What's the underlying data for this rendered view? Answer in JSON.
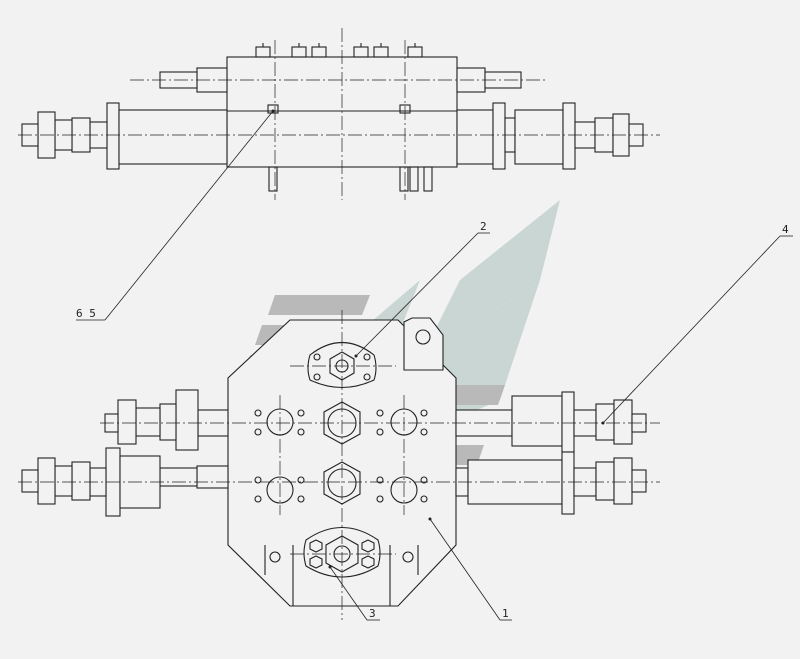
{
  "balloons": {
    "b1": "1",
    "b2": "2",
    "b3": "3",
    "b4": "4",
    "b65": "6 5"
  },
  "colors": {
    "line": "#222222",
    "background": "#f2f2f2",
    "watermark_green": "#c9d6d3",
    "watermark_grey": "#b9b9b9"
  }
}
